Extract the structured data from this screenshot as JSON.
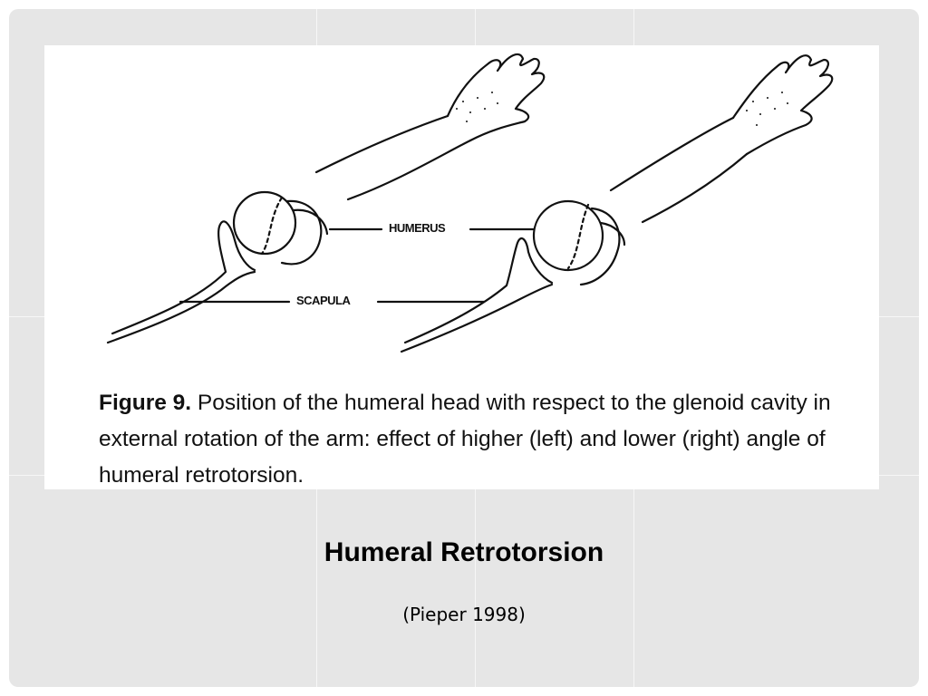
{
  "figure": {
    "label_humerus_left": "HUMERUS",
    "label_scapula_left": "SCAPULA",
    "caption_number": "Figure 9.",
    "caption_text": "Position of the humeral head with respect to the glenoid cavity in external rotation of the arm: effect of higher (left) and lower (right) angle of humeral retrotorsion."
  },
  "slide": {
    "title": "Humeral Retrotorsion",
    "subtitle": "(Pieper 1998)"
  }
}
